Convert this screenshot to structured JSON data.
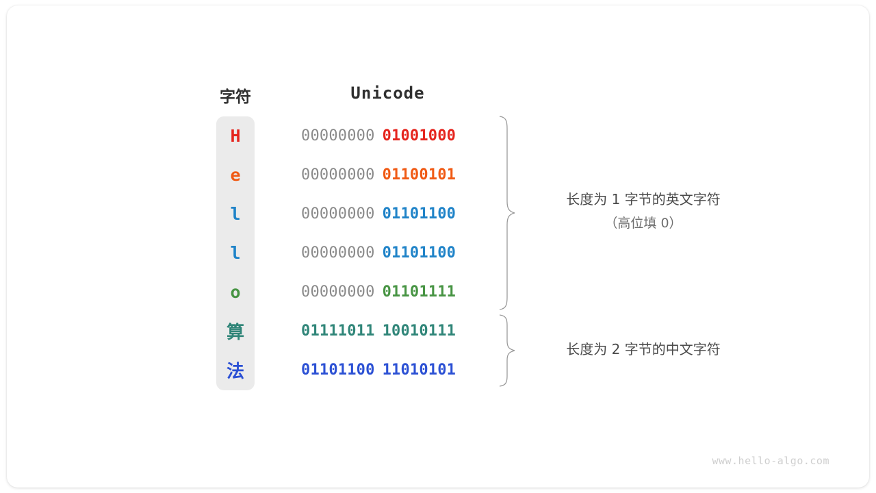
{
  "headers": {
    "char": "字符",
    "unicode": "Unicode"
  },
  "rows": [
    {
      "char": "H",
      "color": "#e5241d",
      "high_byte": "00000000",
      "low_byte": "01001000",
      "high_colored": false,
      "is_cjk": false
    },
    {
      "char": "e",
      "color": "#f05a14",
      "high_byte": "00000000",
      "low_byte": "01100101",
      "high_colored": false,
      "is_cjk": false
    },
    {
      "char": "l",
      "color": "#1f83c8",
      "high_byte": "00000000",
      "low_byte": "01101100",
      "high_colored": false,
      "is_cjk": false
    },
    {
      "char": "l",
      "color": "#1f83c8",
      "high_byte": "00000000",
      "low_byte": "01101100",
      "high_colored": false,
      "is_cjk": false
    },
    {
      "char": "o",
      "color": "#479443",
      "high_byte": "00000000",
      "low_byte": "01101111",
      "high_colored": false,
      "is_cjk": false
    },
    {
      "char": "算",
      "color": "#2f8578",
      "high_byte": "01111011",
      "low_byte": "10010111",
      "high_colored": true,
      "is_cjk": true
    },
    {
      "char": "法",
      "color": "#2b50d4",
      "high_byte": "01101100",
      "low_byte": "11010101",
      "high_colored": true,
      "is_cjk": true
    }
  ],
  "annotations": {
    "ascii": {
      "line1": "长度为 1 字节的英文字符",
      "line2": "（高位填 0）"
    },
    "cjk": {
      "line1": "长度为 2 字节的中文字符",
      "line2": ""
    }
  },
  "watermark": "www.hello-algo.com",
  "colors": {
    "char_column_bg": "#ebebeb",
    "high_byte_gray": "#8a8a8a",
    "brace_stroke": "#9a9a9a",
    "annotation_text": "#4a4a4a",
    "header_text": "#2f2f2f",
    "watermark_text": "#cfcfcf"
  }
}
